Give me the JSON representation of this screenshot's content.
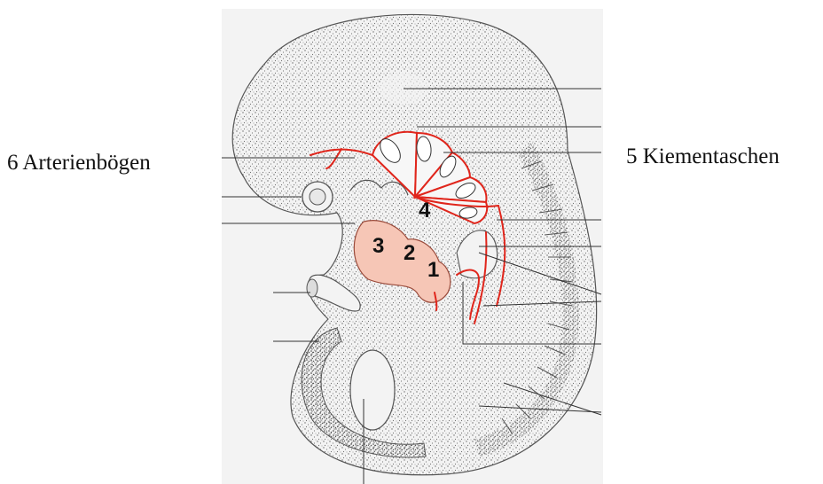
{
  "labels": {
    "left": "6 Arterienbögen",
    "right": "5 Kiementaschen"
  },
  "heart_numbers": [
    "1",
    "2",
    "3",
    "4"
  ],
  "colors": {
    "vessel": "#e0261c",
    "heart_fill": "#f6c6b6",
    "stipple": "#5a5a5a",
    "outline": "#333333",
    "leader": "#333333",
    "text": "#111111"
  }
}
